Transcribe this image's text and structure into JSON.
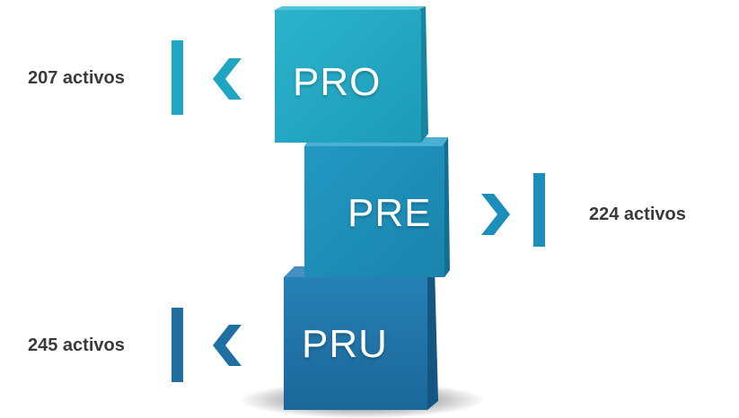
{
  "cubes": [
    {
      "label": "PRO",
      "front_color": "#22a9c4",
      "top_color": "#54c4da",
      "side_color": "#1686a0"
    },
    {
      "label": "PRE",
      "front_color": "#1e8fb8",
      "top_color": "#4cb0d4",
      "side_color": "#136f91"
    },
    {
      "label": "PRU",
      "front_color": "#1e72a6",
      "top_color": "#4490c2",
      "side_color": "#145581"
    }
  ],
  "counts": [
    {
      "text": "207 activos",
      "accent_color": "#1fa6c3",
      "direction": "left"
    },
    {
      "text": "224 activos",
      "accent_color": "#1b8eb9",
      "direction": "right"
    },
    {
      "text": "245 activos",
      "accent_color": "#1f6fa3",
      "direction": "left"
    }
  ],
  "icons": {
    "left_chevron": "chevron-left-icon",
    "right_chevron": "chevron-right-icon"
  }
}
